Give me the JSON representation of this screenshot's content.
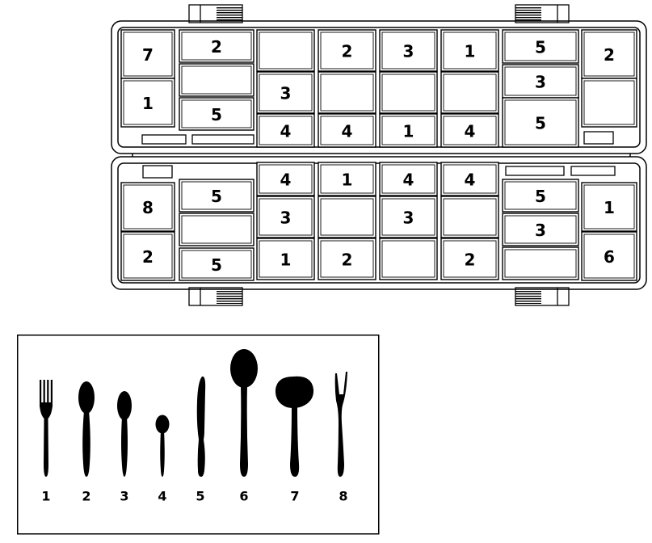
{
  "basket": {
    "top_half": {
      "left_column": [
        "7",
        "1"
      ],
      "left_wide_column": [
        "2",
        "",
        "5"
      ],
      "center_grid": [
        [
          "",
          "2",
          "3",
          "1"
        ],
        [
          "3",
          "",
          "",
          ""
        ],
        [
          "4",
          "4",
          "1",
          "4"
        ]
      ],
      "right_wide_column": [
        "5",
        "3",
        "5"
      ],
      "right_column": [
        "2",
        ""
      ]
    },
    "bottom_half": {
      "left_column": [
        "8",
        "2"
      ],
      "left_wide_column": [
        "5",
        "",
        "5"
      ],
      "center_grid": [
        [
          "4",
          "1",
          "4",
          "4"
        ],
        [
          "3",
          "",
          "3",
          ""
        ],
        [
          "1",
          "2",
          "",
          "2"
        ]
      ],
      "right_wide_column": [
        "5",
        "3",
        ""
      ],
      "right_column": [
        "1",
        "6"
      ]
    }
  },
  "legend": {
    "items": [
      {
        "number": "1",
        "icon": "fork-icon"
      },
      {
        "number": "2",
        "icon": "spoon-icon"
      },
      {
        "number": "3",
        "icon": "dessert-spoon-icon"
      },
      {
        "number": "4",
        "icon": "teaspoon-icon"
      },
      {
        "number": "5",
        "icon": "knife-icon"
      },
      {
        "number": "6",
        "icon": "ladle-icon"
      },
      {
        "number": "7",
        "icon": "serving-spoon-icon"
      },
      {
        "number": "8",
        "icon": "serving-fork-icon"
      }
    ]
  }
}
